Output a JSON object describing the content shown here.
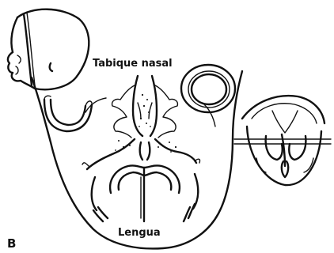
{
  "figure": {
    "panel_letter": "B",
    "labels": {
      "nasal_septum": "Tabique nasal",
      "tongue": "Lengua"
    }
  }
}
